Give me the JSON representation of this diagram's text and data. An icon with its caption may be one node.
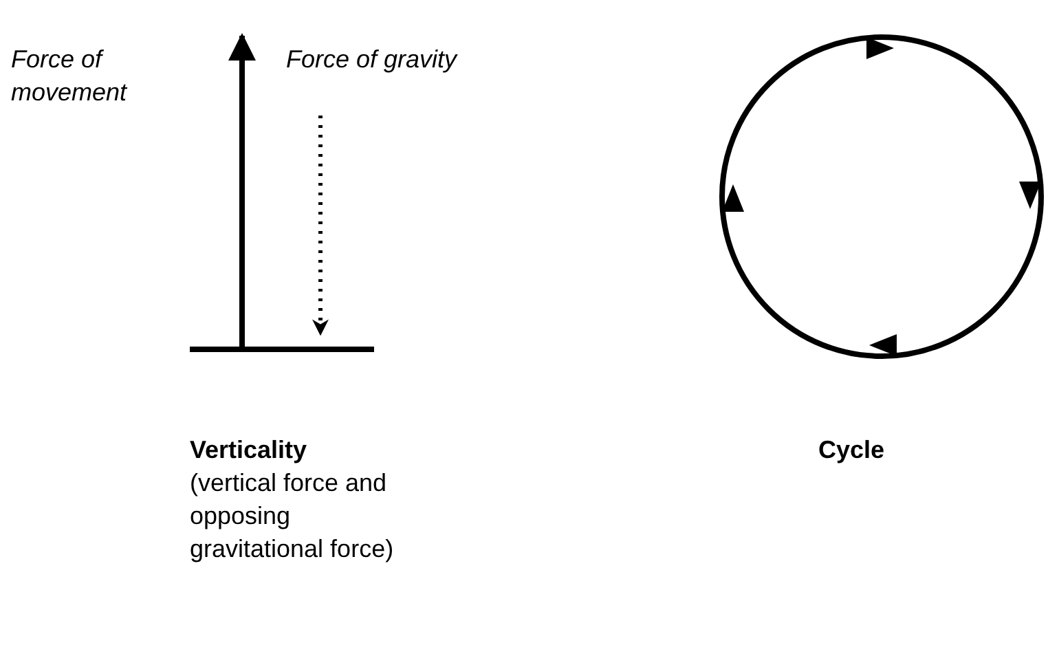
{
  "diagram": {
    "labels": [
      "Force of movement",
      "Force of gravity",
      "**Verticality** (vertical force and opposing gravitational force)",
      "Cycle"
    ]
  }
}
